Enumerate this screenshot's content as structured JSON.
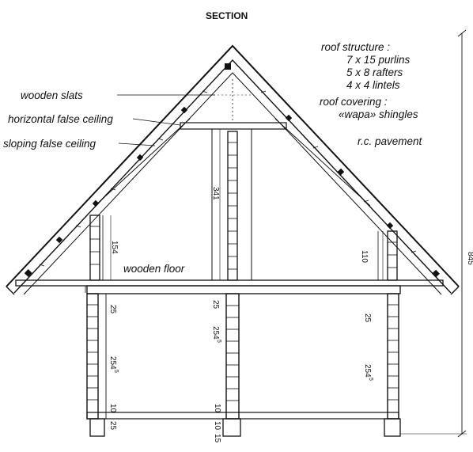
{
  "title": "SECTION",
  "notes": {
    "roof_structure_heading": "roof structure :",
    "roof_structure_items": [
      "7 x 15 purlins",
      "5 x 8 rafters",
      "4 x 4 lintels"
    ],
    "roof_covering_heading": "roof covering :",
    "roof_covering_item": "«wapa» shingles",
    "rc_pavement": "r.c. pavement"
  },
  "labels": {
    "wooden_slats": "wooden slats",
    "horizontal_false_ceiling": "horizontal false ceiling",
    "sloping_false_ceiling": "sloping false ceiling",
    "wooden_floor": "wooden floor"
  },
  "dimensions": {
    "total_height": "845",
    "upper_center": "341",
    "left_knee": "154",
    "right_knee": "110",
    "floor_left": "25",
    "floor_center": "25",
    "floor_right": "25",
    "wall_center": "254",
    "wall_center_sup": "5",
    "wall_left": "254",
    "wall_left_sup": "5",
    "wall_right": "254",
    "wall_right_sup": "5",
    "base_left": "10",
    "base_center": "10",
    "plinth_left": "25",
    "plinth_center_a": "10",
    "plinth_center_b": "15"
  }
}
